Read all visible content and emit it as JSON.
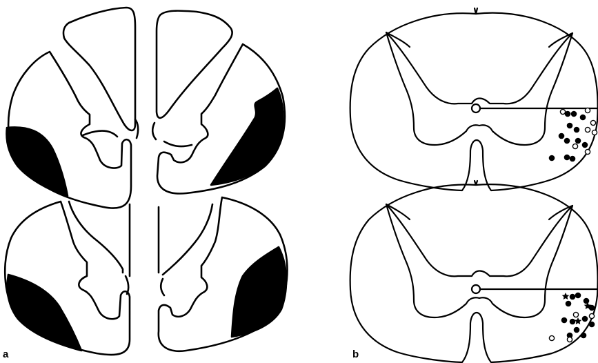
{
  "figure": {
    "panels": [
      {
        "id": "a",
        "label": "a"
      },
      {
        "id": "b",
        "label": "b"
      }
    ]
  },
  "colors": {
    "ink": "#000000",
    "paper": "#ffffff"
  },
  "icons": {
    "filled_marker": "filled-circle-icon",
    "open_marker": "open-circle-icon",
    "star_marker": "star-icon"
  }
}
